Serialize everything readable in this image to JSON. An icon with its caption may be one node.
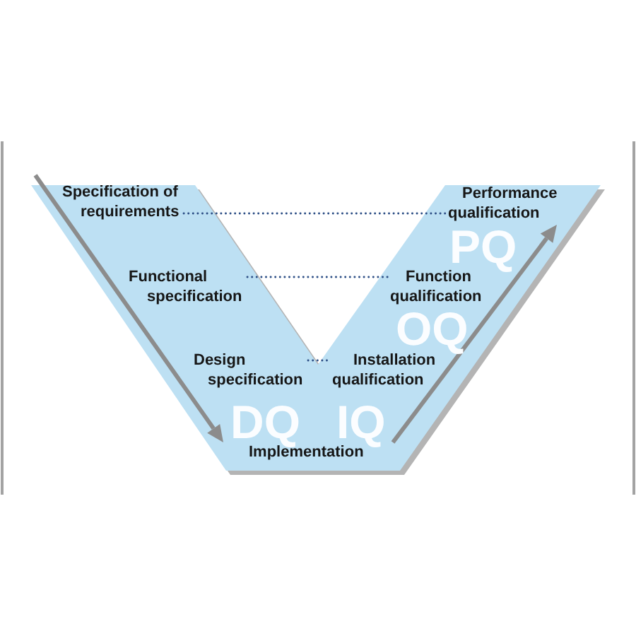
{
  "diagram": {
    "nodes": [
      {
        "text": [
          "Specification of requirements"
        ]
      },
      {
        "text": [
          "Performance qualification"
        ]
      },
      {
        "text": [
          "Functional specification"
        ]
      },
      {
        "text": [
          "Function qualification"
        ]
      },
      {
        "text": [
          "Design specification"
        ]
      },
      {
        "text": [
          "Installation qualification"
        ]
      }
    ],
    "edges": [
      {
        "from": 0,
        "to": 1,
        "arrow": "none",
        "style": "dashed"
      },
      {
        "from": 2,
        "to": 3,
        "arrow": "none",
        "style": "dashed"
      },
      {
        "from": 4,
        "to": 5,
        "arrow": "none",
        "style": "dashed"
      }
    ],
    "labels": [
      "PQ",
      "OQ",
      "DQ",
      "IQ",
      "Implementation"
    ]
  }
}
